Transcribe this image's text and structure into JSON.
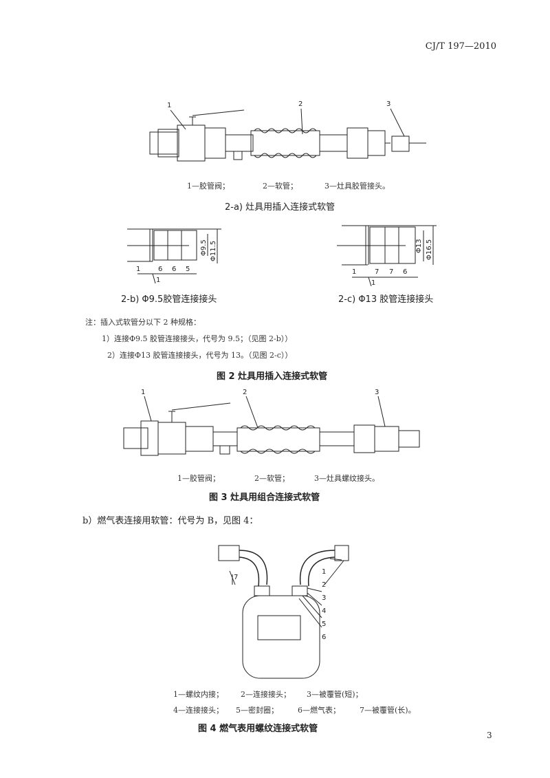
{
  "header": {
    "standard_no": "CJ/T 197—2010"
  },
  "fig2a": {
    "labels": [
      "1",
      "2",
      "3"
    ],
    "legend": [
      "1—胶管阀；",
      "2—软管；",
      "3—灶具胶管接头。"
    ],
    "caption": "2-a) 灶具用插入连接式软管"
  },
  "fig2b": {
    "dims": [
      "1",
      "6",
      "6",
      "5",
      "1"
    ],
    "diameters": [
      "Φ9.5",
      "Φ11.5"
    ],
    "caption": "2-b) Φ9.5胶管连接接头"
  },
  "fig2c": {
    "dims": [
      "1",
      "7",
      "7",
      "6",
      "1"
    ],
    "diameters": [
      "Φ13",
      "Φ16.5"
    ],
    "caption": "2-c) Φ13 胶管连接接头"
  },
  "note": {
    "intro": "注：插入式软管分以下 2 种规格：",
    "items": [
      "1）连接Φ9.5 胶管连接接头，代号为 9.5；（见图 2-b））",
      "2）连接Φ13 胶管连接接头，代号为 13。（见图 2-c））"
    ]
  },
  "fig2": {
    "caption": "图 2  灶具用插入连接式软管"
  },
  "fig3": {
    "labels": [
      "1",
      "2",
      "3"
    ],
    "legend": [
      "1—胶管阀；",
      "2—软管；",
      "3—灶具螺纹接头。"
    ],
    "caption": "图 3  灶具用组合连接式软管"
  },
  "section_b": {
    "text": "b）燃气表连接用软管：代号为 B，见图 4："
  },
  "fig4": {
    "labels": [
      "1",
      "2",
      "3",
      "4",
      "5",
      "6",
      "7"
    ],
    "legend_row1": [
      "1—螺纹内接；",
      "2—连接接头；",
      "3—被覆管(短)；"
    ],
    "legend_row2": [
      "4—连接接头；",
      "5—密封圈；",
      "6—燃气表；",
      "7—被覆管(长)。"
    ],
    "caption": "图 4  燃气表用螺纹连接式软管"
  },
  "footer": {
    "page_number": "3"
  }
}
